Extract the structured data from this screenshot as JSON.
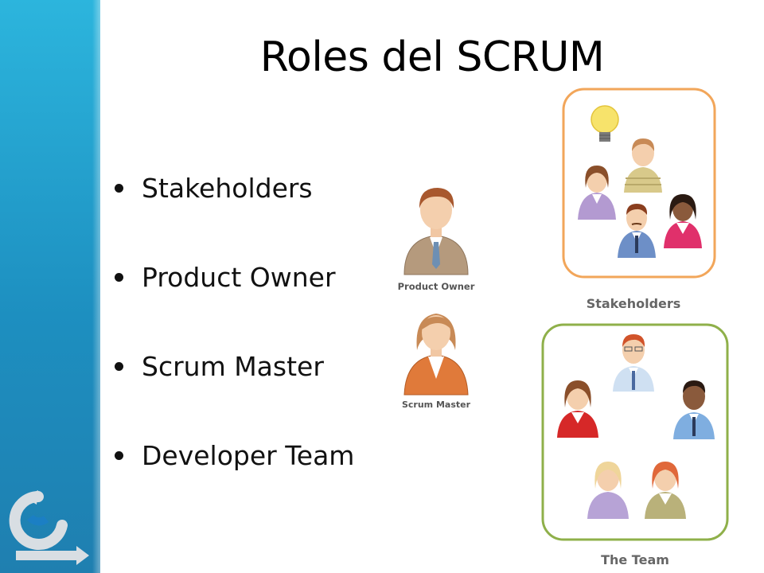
{
  "slide": {
    "title": "Roles del SCRUM",
    "bullets": [
      "Stakeholders",
      "Product Owner",
      "Scrum Master",
      "Developer Team"
    ]
  },
  "figures": {
    "product_owner_caption": "Product Owner",
    "scrum_master_caption": "Scrum Master",
    "stakeholders_caption": "Stakeholders",
    "team_caption": "The Team"
  },
  "colors": {
    "sidebar": "#1d8fc0",
    "stakeholders_frame": "#f2a65a",
    "team_frame": "#8fb04a"
  },
  "icons": [
    "lightbulb-icon",
    "person-icon",
    "scrum-cycle-logo"
  ]
}
